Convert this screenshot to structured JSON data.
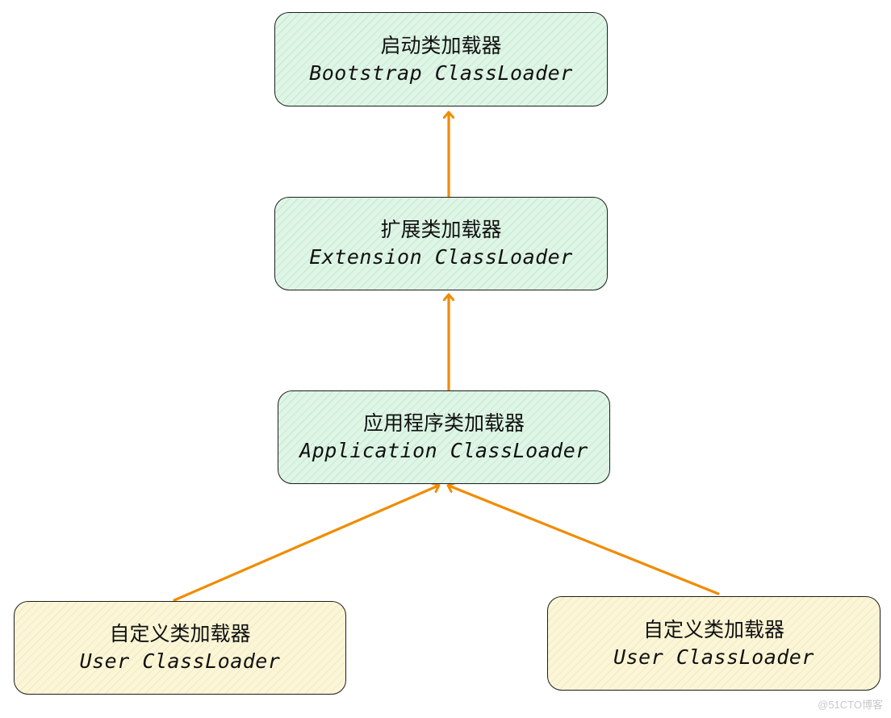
{
  "diagram": {
    "nodes": {
      "bootstrap": {
        "cn": "启动类加载器",
        "en": "Bootstrap ClassLoader"
      },
      "extension": {
        "cn": "扩展类加载器",
        "en": "Extension ClassLoader"
      },
      "application": {
        "cn": "应用程序类加载器",
        "en": "Application ClassLoader"
      },
      "user_left": {
        "cn": "自定义类加载器",
        "en": "User ClassLoader"
      },
      "user_right": {
        "cn": "自定义类加载器",
        "en": "User ClassLoader"
      }
    },
    "edges": [
      {
        "from": "extension",
        "to": "bootstrap"
      },
      {
        "from": "application",
        "to": "extension"
      },
      {
        "from": "user_left",
        "to": "application"
      },
      {
        "from": "user_right",
        "to": "application"
      }
    ],
    "colors": {
      "arrow": "#f08c00",
      "green_fill": "#dff5e6",
      "yellow_fill": "#fbf6d8",
      "stroke": "#1e1e1e"
    }
  },
  "watermark": "@51CTO博客"
}
